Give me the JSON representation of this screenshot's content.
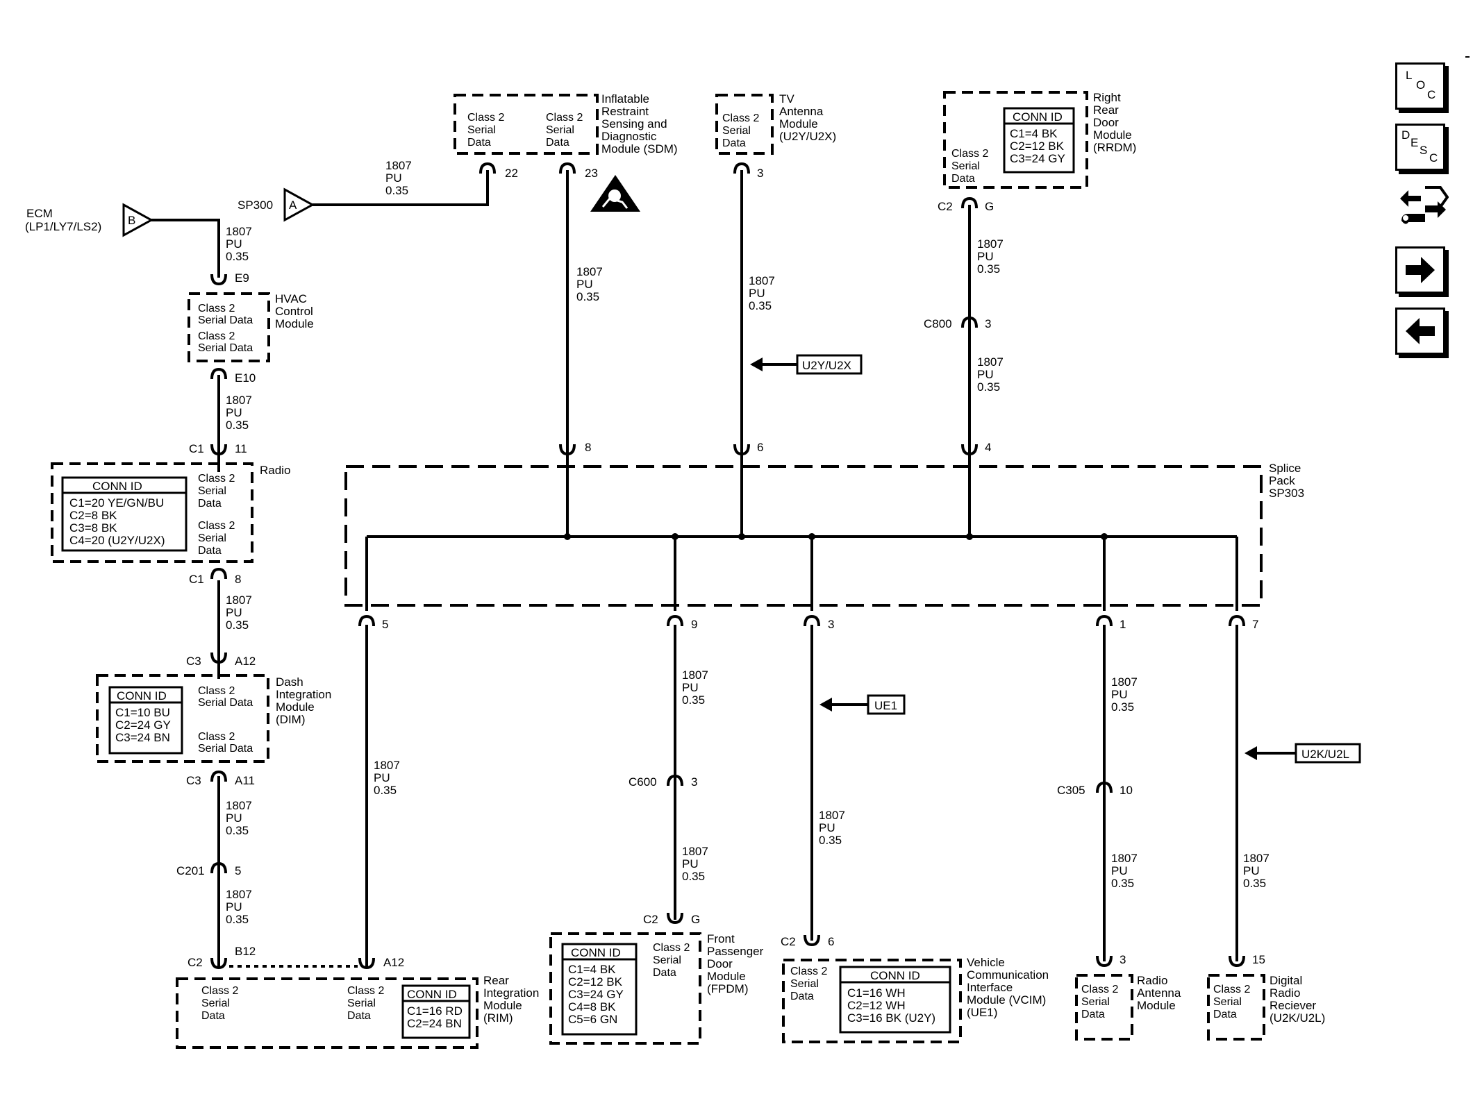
{
  "ecm": {
    "label1": "ECM",
    "label2": "(LP1/LY7/LS2)",
    "tri": "B"
  },
  "sp300": {
    "label": "SP300",
    "tri": "A"
  },
  "sdm": {
    "name": [
      "Inflatable",
      "Restraint",
      "Sensing and",
      "Diagnostic",
      "Module (SDM)"
    ],
    "port_left": [
      "Class 2",
      "Serial",
      "Data"
    ],
    "port_right": [
      "Class 2",
      "Serial",
      "Data"
    ],
    "pin_left": "22",
    "pin_right": "23"
  },
  "tv": {
    "name": [
      "TV",
      "Antenna",
      "Module",
      "(U2Y/U2X)"
    ],
    "port": [
      "Class 2",
      "Serial",
      "Data"
    ],
    "pin": "3"
  },
  "rrdm": {
    "name": [
      "Right",
      "Rear",
      "Door",
      "Module",
      "(RRDM)"
    ],
    "conn_title": "CONN ID",
    "conn": [
      "C1=4 BK",
      "C2=12 BK",
      "C3=24 GY"
    ],
    "port": [
      "Class 2",
      "Serial",
      "Data"
    ],
    "conn_label": "C2",
    "pin": "G"
  },
  "c800": {
    "label": "C800",
    "pin": "3"
  },
  "wire": {
    "circuit": "1807",
    "color": "PU",
    "gauge": "0.35"
  },
  "hvac": {
    "name": [
      "HVAC",
      "Control",
      "Module"
    ],
    "ports": [
      "Class 2",
      "Serial Data",
      "Class 2",
      "Serial Data"
    ],
    "pin_top": "E9",
    "pin_bottom": "E10"
  },
  "radio": {
    "name": "Radio",
    "conn_title": "CONN ID",
    "conn": [
      "C1=20 YE/GN/BU",
      "C2=8 BK",
      "C3=8 BK",
      "C4=20 (U2Y/U2X)"
    ],
    "port_top": [
      "Class 2",
      "Serial",
      "Data"
    ],
    "port_bottom": [
      "Class 2",
      "Serial",
      "Data"
    ],
    "top_conn": "C1",
    "top_pin": "11",
    "bottom_conn": "C1",
    "bottom_pin": "8"
  },
  "dim": {
    "name": [
      "Dash",
      "Integration",
      "Module",
      "(DIM)"
    ],
    "conn_title": "CONN ID",
    "conn": [
      "C1=10 BU",
      "C2=24 GY",
      "C3=24 BN"
    ],
    "ports": [
      "Class 2",
      "Serial Data",
      "Class 2",
      "Serial Data"
    ],
    "top_conn": "C3",
    "top_pin": "A12",
    "bottom_conn": "C3",
    "bottom_pin": "A11"
  },
  "c201": {
    "label": "C201",
    "pin": "5"
  },
  "rim": {
    "name": [
      "Rear",
      "Integration",
      "Module",
      "(RIM)"
    ],
    "conn_title": "CONN ID",
    "conn": [
      "C1=16 RD",
      "C2=24 BN"
    ],
    "port_left": [
      "Class 2",
      "Serial",
      "Data"
    ],
    "port_right": [
      "Class 2",
      "Serial",
      "Data"
    ],
    "left_conn": "C2",
    "left_pin": "B12",
    "right_pin": "A12"
  },
  "splice": {
    "name": [
      "Splice",
      "Pack",
      "SP303"
    ],
    "top_pins": [
      "8",
      "6",
      "4"
    ],
    "bottom_pins": [
      "5",
      "9",
      "3",
      "1",
      "7"
    ]
  },
  "options": {
    "u2y": "U2Y/U2X",
    "ue1": "UE1",
    "u2k": "U2K/U2L"
  },
  "c600": {
    "label": "C600",
    "pin": "3"
  },
  "c305": {
    "label": "C305",
    "pin": "10"
  },
  "fpdm": {
    "name": [
      "Front",
      "Passenger",
      "Door",
      "Module",
      "(FPDM)"
    ],
    "conn_title": "CONN ID",
    "conn": [
      "C1=4 BK",
      "C2=12 BK",
      "C3=24 GY",
      "C4=8 BK",
      "C5=6 GN"
    ],
    "port": [
      "Class 2",
      "Serial",
      "Data"
    ],
    "conn_label": "C2",
    "pin": "G"
  },
  "vcim": {
    "name": [
      "Vehicle",
      "Communication",
      "Interface",
      "Module (VCIM)",
      "(UE1)"
    ],
    "conn_title": "CONN ID",
    "conn": [
      "C1=16 WH",
      "C2=12 WH",
      "C3=16 BK (U2Y)"
    ],
    "port": [
      "Class 2",
      "Serial",
      "Data"
    ],
    "conn_label": "C2",
    "pin": "6"
  },
  "ram": {
    "name": [
      "Radio",
      "Antenna",
      "Module"
    ],
    "port": [
      "Class 2",
      "Serial",
      "Data"
    ],
    "pin": "3"
  },
  "drr": {
    "name": [
      "Digital",
      "Radio",
      "Reciever",
      "(U2K/U2L)"
    ],
    "port": [
      "Class 2",
      "Serial",
      "Data"
    ],
    "pin": "15"
  },
  "nav": {
    "loc": [
      "L",
      "O",
      "C"
    ],
    "desc": [
      "D",
      "E",
      "S",
      "C"
    ],
    "colors": {
      "line": "#000000",
      "background": "#ffffff"
    }
  }
}
